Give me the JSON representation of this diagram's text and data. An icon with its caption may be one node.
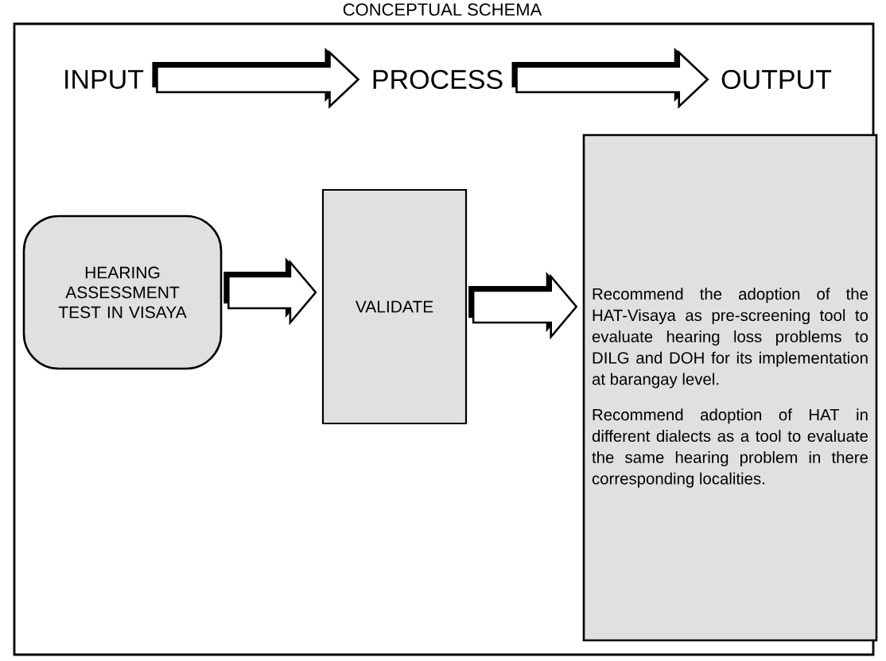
{
  "diagram": {
    "title": "CONCEPTUAL SCHEMA",
    "nodes": [
      {
        "text": [
          "INPUT"
        ]
      },
      {
        "text": [
          "PROCESS"
        ]
      },
      {
        "text": [
          "OUTPUT"
        ]
      },
      {
        "text": [
          "HEARING ASSESSMENT TEST IN VISAYA"
        ]
      },
      {
        "text": [
          "VALIDATE"
        ]
      },
      {
        "text": [
          "Recommend the adoption of the HAT-Visaya as pre-screening tool to evaluate hearing loss problems to DILG and DOH for its implementation at barangay level.",
          "Recommend adoption of HAT in different dialects as a tool to evaluate the same hearing problem in there corresponding localities."
        ]
      }
    ],
    "edges": [
      {
        "from": 0,
        "to": 1,
        "arrow": "to"
      },
      {
        "from": 1,
        "to": 2,
        "arrow": "to"
      },
      {
        "from": 3,
        "to": 4,
        "arrow": "to"
      },
      {
        "from": 4,
        "to": 5,
        "arrow": "to"
      }
    ]
  }
}
